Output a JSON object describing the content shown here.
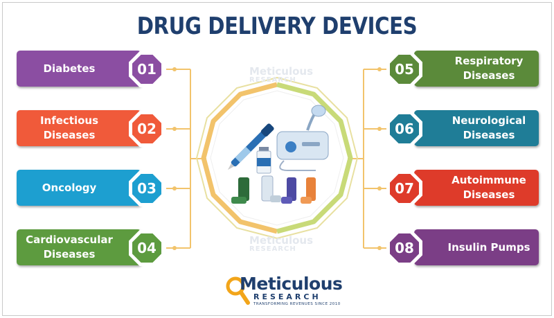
{
  "title": "DRUG DELIVERY DEVICES",
  "items": [
    {
      "number": "01",
      "label": "Diabetes",
      "color": "#8b4ea2"
    },
    {
      "number": "02",
      "label": "Infectious\nDiseases",
      "color": "#f05a3a"
    },
    {
      "number": "03",
      "label": "Oncology",
      "color": "#1d9fd0"
    },
    {
      "number": "04",
      "label": "Cardiovascular\nDiseases",
      "color": "#5d9b3f"
    },
    {
      "number": "05",
      "label": "Respiratory\nDiseases",
      "color": "#5b8a3a"
    },
    {
      "number": "06",
      "label": "Neurological\nDiseases",
      "color": "#1f7d97"
    },
    {
      "number": "07",
      "label": "Autoimmune\nDiseases",
      "color": "#de3b2a"
    },
    {
      "number": "08",
      "label": "Insulin Pumps",
      "color": "#7b3e86"
    }
  ],
  "connector_color": "#f2c36b",
  "ring_colors": {
    "left": "#f2c36b",
    "right": "#c8da78"
  },
  "logo": {
    "name": "Meticulous",
    "sub": "RESEARCH",
    "tagline": "TRANSFORMING REVENUES SINCE 2010"
  },
  "watermark": {
    "name": "Meticulous",
    "sub": "RESEARCH"
  }
}
